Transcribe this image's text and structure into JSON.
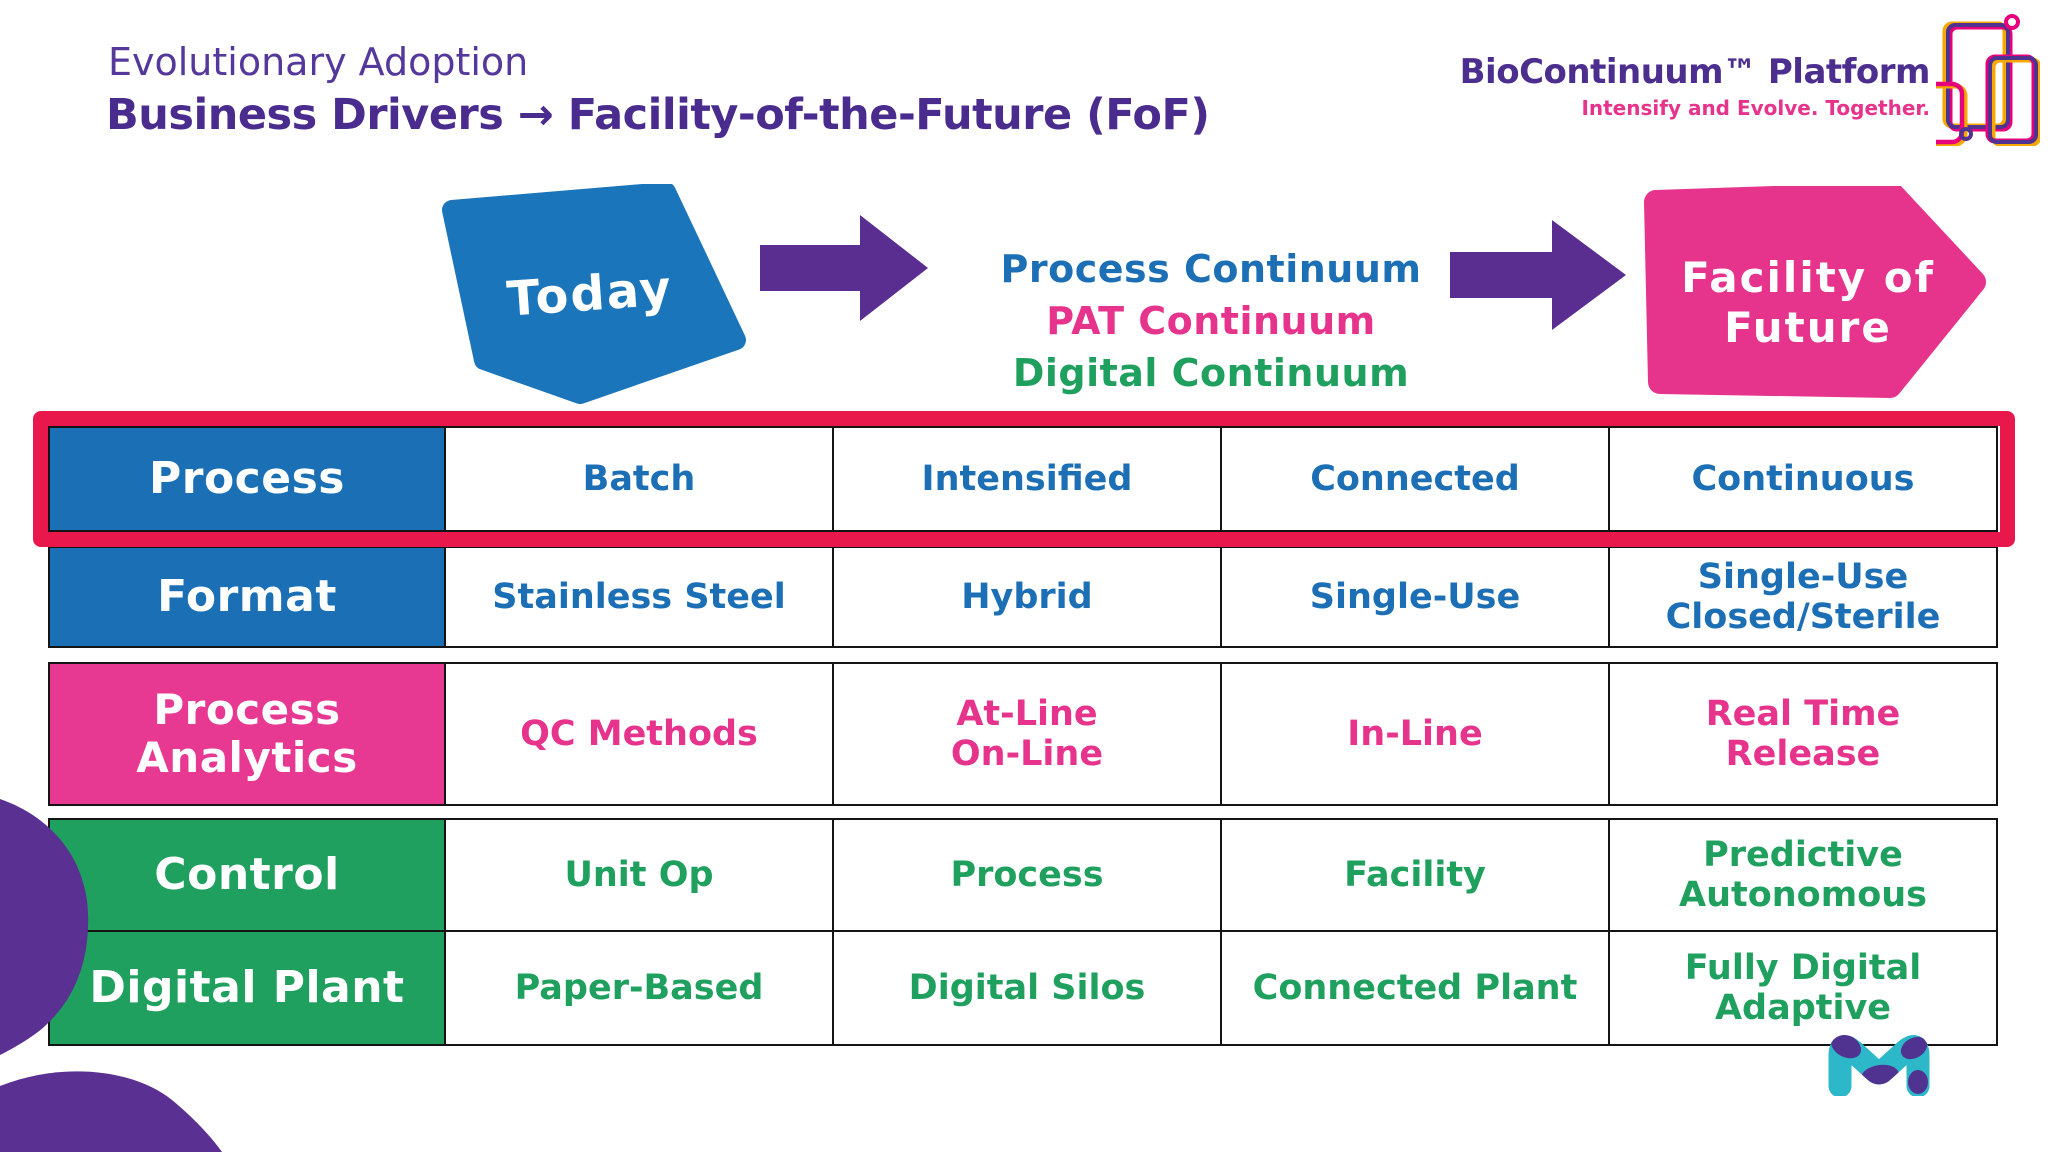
{
  "slide": {
    "title_line1": "Evolutionary Adoption",
    "title_line2": "Business Drivers → Facility-of-the-Future (FoF)"
  },
  "brand": {
    "name": "BioContinuum™ Platform",
    "tagline": "Intensify and Evolve. Together."
  },
  "flow": {
    "today_label": "Today",
    "continuum_lines": [
      {
        "text": "Process Continuum",
        "color": "#1C6FB5"
      },
      {
        "text": "PAT Continuum",
        "color": "#E6338C"
      },
      {
        "text": "Digital Continuum",
        "color": "#1FA05E"
      }
    ],
    "future_lines": [
      "Facility of",
      "Future"
    ]
  },
  "table": {
    "highlighted_row": "Process",
    "rows": [
      {
        "header": "Process",
        "theme": "blue",
        "highlighted": true,
        "cells": [
          "Batch",
          "Intensified",
          "Connected",
          "Continuous"
        ]
      },
      {
        "header": "Format",
        "theme": "blue",
        "highlighted": false,
        "cells": [
          "Stainless Steel",
          "Hybrid",
          "Single-Use",
          "Single-Use\nClosed/Sterile"
        ]
      },
      {
        "header": "Process\nAnalytics",
        "theme": "pink",
        "highlighted": false,
        "cells": [
          "QC Methods",
          "At-Line\nOn-Line",
          "In-Line",
          "Real Time\nRelease"
        ]
      },
      {
        "header": "Control",
        "theme": "green",
        "highlighted": false,
        "cells": [
          "Unit Op",
          "Process",
          "Facility",
          "Predictive\nAutonomous"
        ]
      },
      {
        "header": "Digital Plant",
        "theme": "green",
        "highlighted": false,
        "cells": [
          "Paper-Based",
          "Digital Silos",
          "Connected Plant",
          "Fully Digital\nAdaptive"
        ]
      }
    ]
  },
  "colors": {
    "blue": "#1B6FB5",
    "pink": "#E6338C",
    "green": "#1FA05E",
    "arrow_purple": "#5A2D91",
    "title_purple": "#4A2B8E",
    "highlight_red": "#E8184C",
    "merck_cyan": "#2CB8C9",
    "merck_purple": "#503291"
  }
}
